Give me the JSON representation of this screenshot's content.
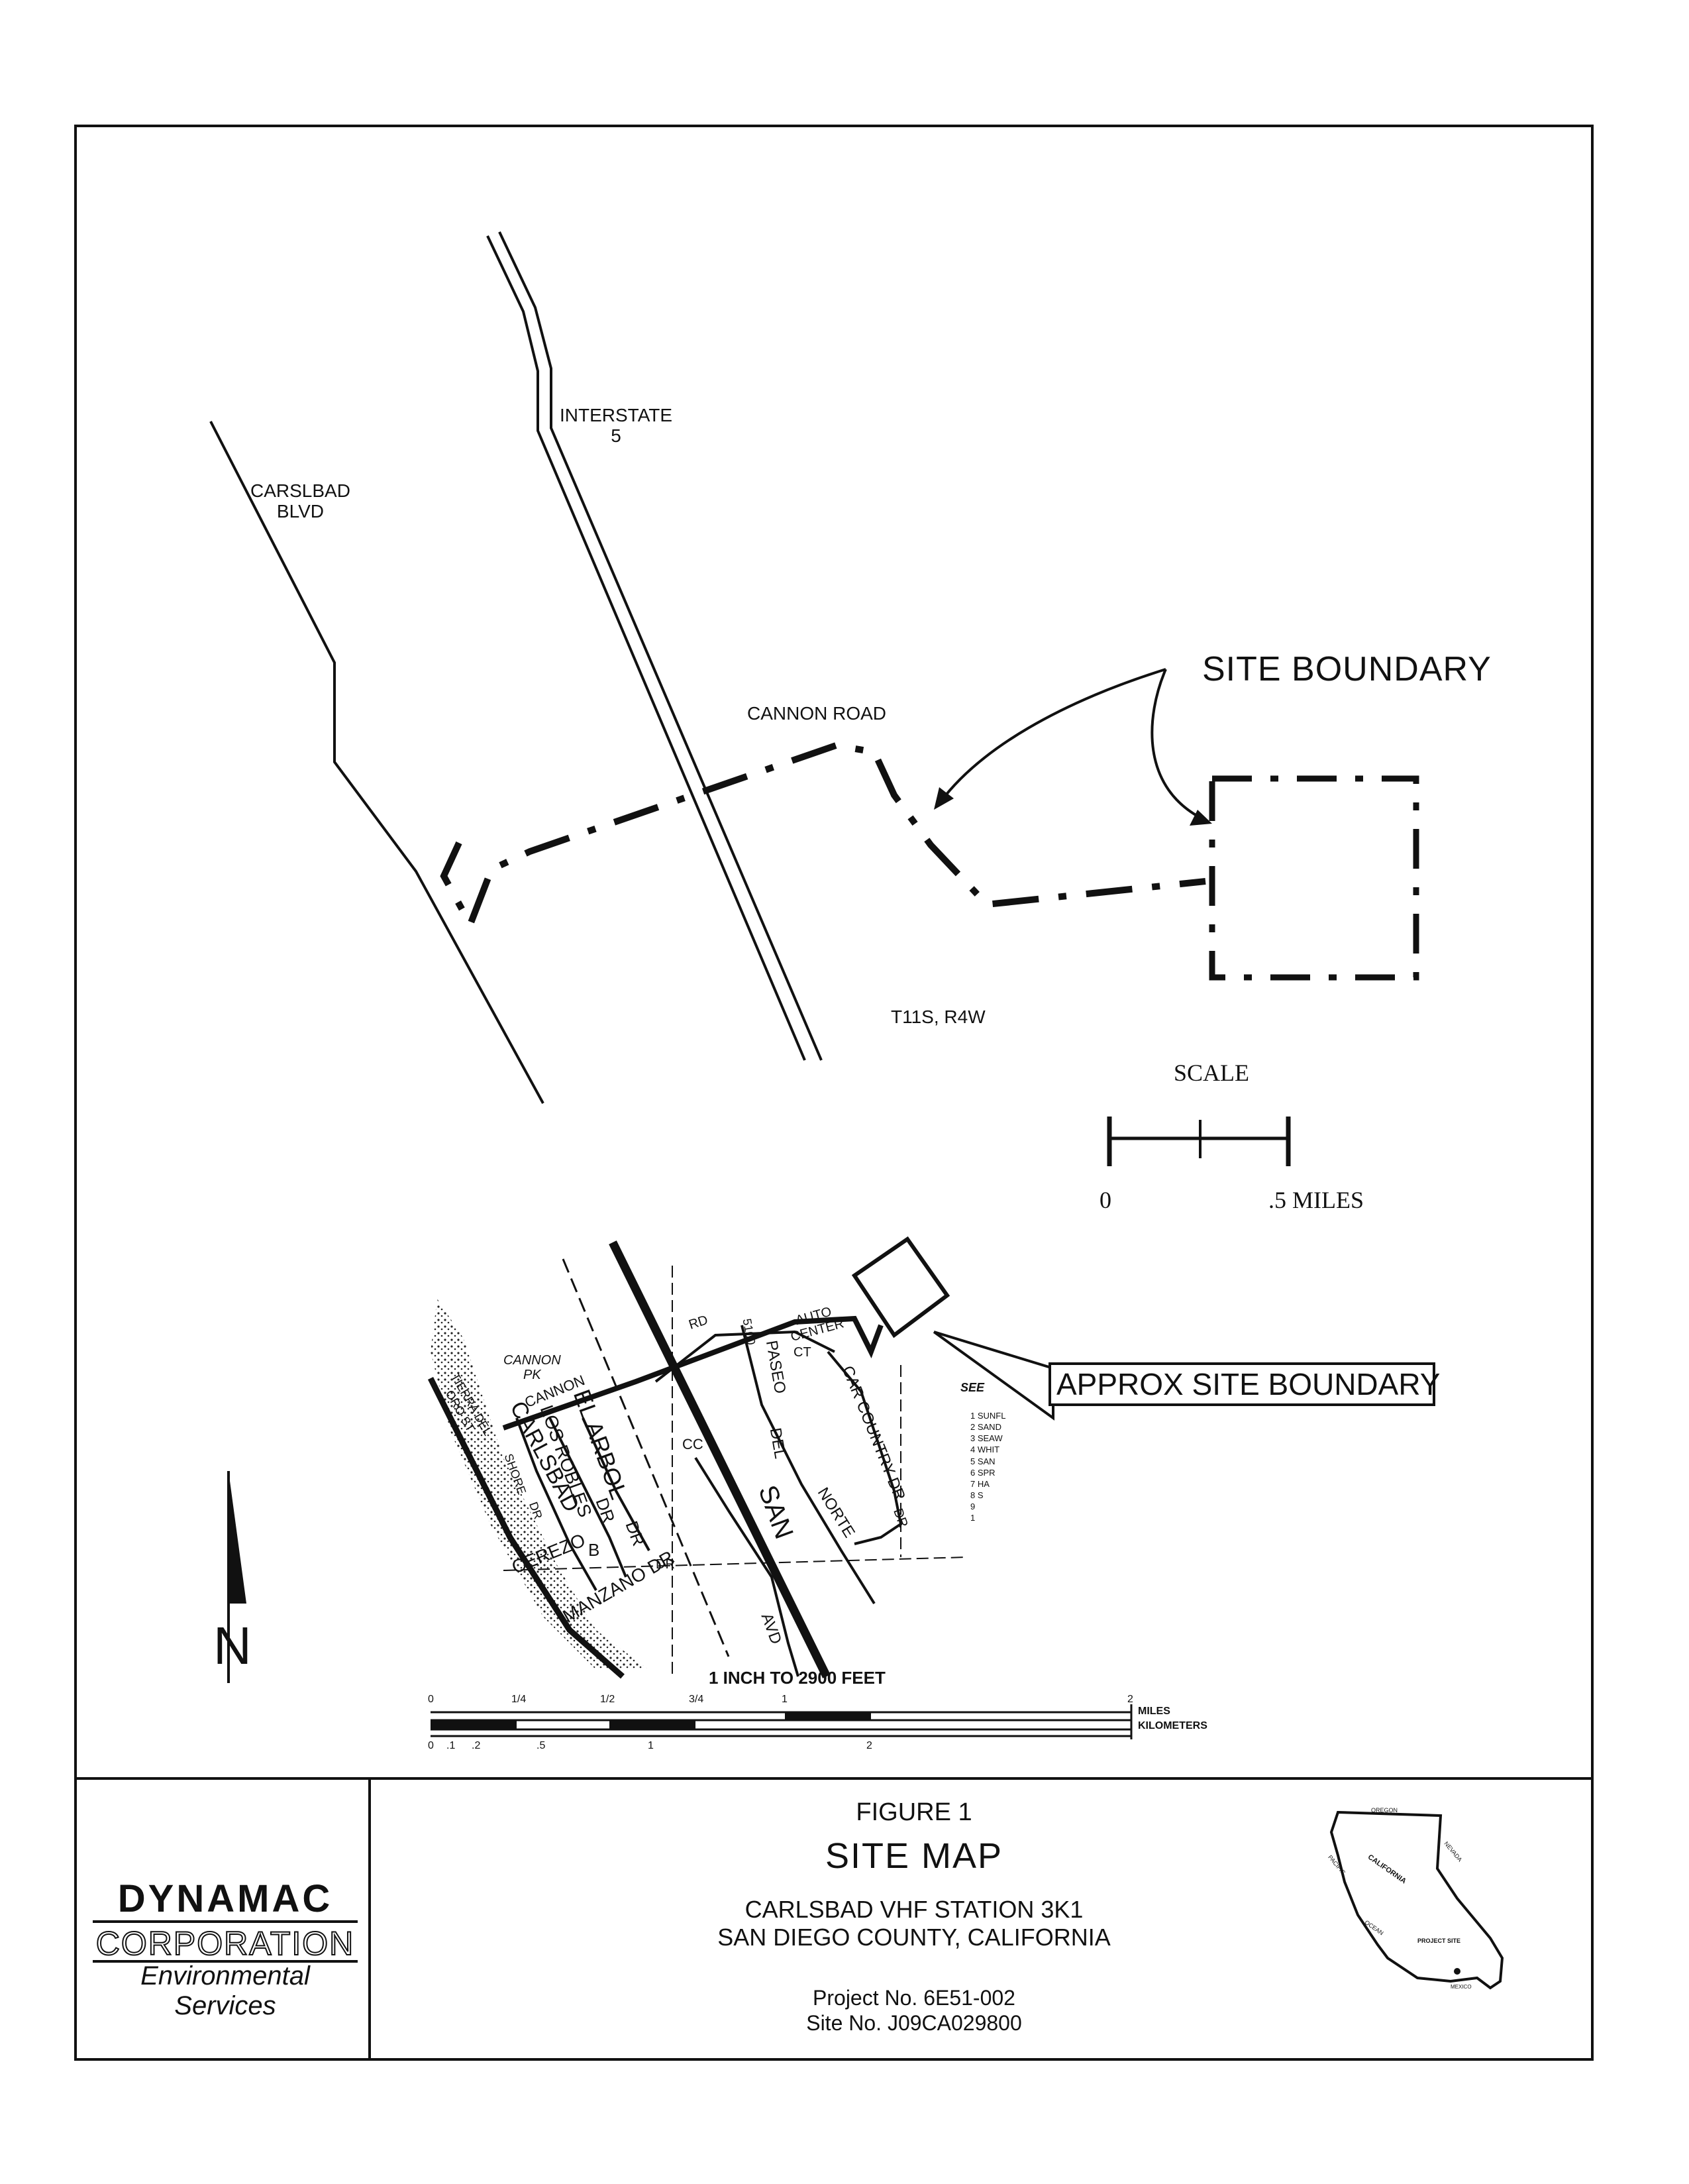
{
  "map": {
    "roads": {
      "carlsbad_blvd": "CARSLBAD\nBLVD",
      "interstate": "INTERSTATE\n5",
      "cannon_road": "CANNON ROAD"
    },
    "site_boundary_label": "SITE BOUNDARY",
    "township": "T11S, R4W",
    "scale": {
      "title": "SCALE",
      "zero": "0",
      "end": ".5 MILES"
    }
  },
  "inset": {
    "approx_site_label": "APPROX SITE BOUNDARY",
    "scale_text": "1 INCH TO 2900 FEET",
    "street_labels": {
      "rd": "RD",
      "auto_center": "AUTO\nCENTER",
      "ct": "CT",
      "car_country": "CAR  COUNTRY  DR",
      "paseo": "PASEO",
      "del": "DEL",
      "norte": "NORTE",
      "cannon_pk": "CANNON\nPK",
      "cannon": "CANNON",
      "el_arbol": "EL  ARBOL",
      "los_robles": "LOS ROBLES",
      "carlsbad": "CARLSBAD",
      "dr1": "DR",
      "dr2": "DR",
      "b": "B",
      "cerezo": "CEREZO",
      "manzano": "MANZANO DR",
      "tierra_del_oro": "TIERRA DEL\nORO ST",
      "shore": "SHORE",
      "dr3": "DR",
      "san": "SAN",
      "avd": "AVD",
      "cc": "CC",
      "dr4": "DR",
      "dr5": "DR",
      "route": "5100"
    },
    "see_label": "SEE",
    "see_list": [
      "1 SUNFL",
      "2 SAND",
      "3 SEAW",
      "4 WHIT",
      "5 SAN",
      "6 SPR",
      "7 HA",
      "8 S",
      "9",
      "1"
    ],
    "bar_scale": {
      "miles_ticks": [
        "0",
        "1/4",
        "1/2",
        "3/4",
        "1",
        "2"
      ],
      "km_ticks": [
        "0",
        ".1",
        ".2",
        ".5",
        "1",
        "2"
      ],
      "miles_label": "MILES",
      "km_label": "KILOMETERS"
    }
  },
  "north_arrow_label": "N",
  "title_block": {
    "logo": {
      "line1": "DYNAMAC",
      "line2": "CORPORATION",
      "line3": "Environmental Services"
    },
    "figure": "FIGURE 1",
    "title": "SITE MAP",
    "subtitle1": "CARLSBAD VHF STATION 3K1",
    "subtitle2": "SAN DIEGO COUNTY, CALIFORNIA",
    "project": "Project No. 6E51-002",
    "site_no": "Site No. J09CA029800",
    "state_map_labels": {
      "oregon": "OREGON",
      "nevada": "NEVADA",
      "california": "CALIFORNIA",
      "pacific": "PACIFIC",
      "ocean": "OCEAN",
      "project_site": "PROJECT SITE",
      "mexico": "MEXICO"
    }
  }
}
